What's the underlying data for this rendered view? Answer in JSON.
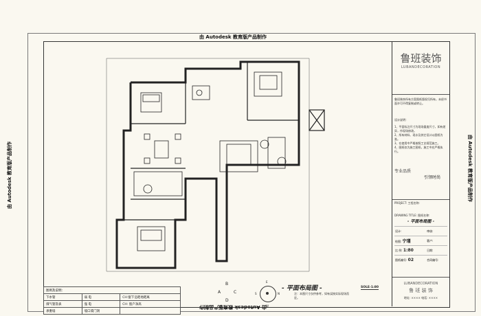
{
  "watermark": "由 Autodesk 教育版产品制作",
  "brand": {
    "name_cn": "鲁班装饰",
    "name_en": "LUBANDECORATION"
  },
  "notes": {
    "intro": "鲁班装饰所有方案图纸版权归所有，未经书面许可不得复制或转让。",
    "title": "设计说明：",
    "items": [
      "1、平面标注尺寸为现场量度尺寸，如有差异，作现场修改。",
      "2、所有材料、现水及其它设计以图纸为准。",
      "3、在使用中严格按照工艺规范施工。",
      "4、图纸仅为施工图纸，施工中应严格执行。"
    ]
  },
  "slogan": {
    "left": "专业品质",
    "right": "引领时尚"
  },
  "titleblock": {
    "project_label": "PROJECT: 工程名称:",
    "drawing_label": "DRAWING TITLE: 图纸名称:",
    "drawing_title": "- 平面布局图 -",
    "designer_label": "设计:",
    "approved_label": "审核:",
    "drawn_label": "绘图:",
    "drawn_value": "宁瑾",
    "client_label": "客户:",
    "scale_label": "比 例:",
    "scale_value": "1:80",
    "date_label": "日期:",
    "sheet_label": "图纸编号:",
    "sheet_value": "02",
    "contract_label": "合同编号:",
    "company_en": "LUBANDECORATION",
    "company_cn": "鲁 班 装 饰",
    "address": "地址: ××××  电话: ××××"
  },
  "legend": {
    "title": "图例及说明：",
    "rows": [
      [
        "下水管",
        "弱 电",
        "CH:窗下沿距地距离"
      ],
      [
        "煤气管及表",
        "强 电",
        "CH: 窗户净高"
      ],
      [
        "承重墙",
        "墙口或门洞",
        ""
      ]
    ]
  },
  "compass": {
    "n": "N",
    "s": "S",
    "e": "E",
    "w": "W"
  },
  "axes": [
    "A",
    "B",
    "C",
    "D"
  ],
  "plan_title": "- 平面布局图 -",
  "scale_text": "SOLE-1:80",
  "plan_note": "注：本图尺寸仅供参考，如有误按实际现场而定。"
}
